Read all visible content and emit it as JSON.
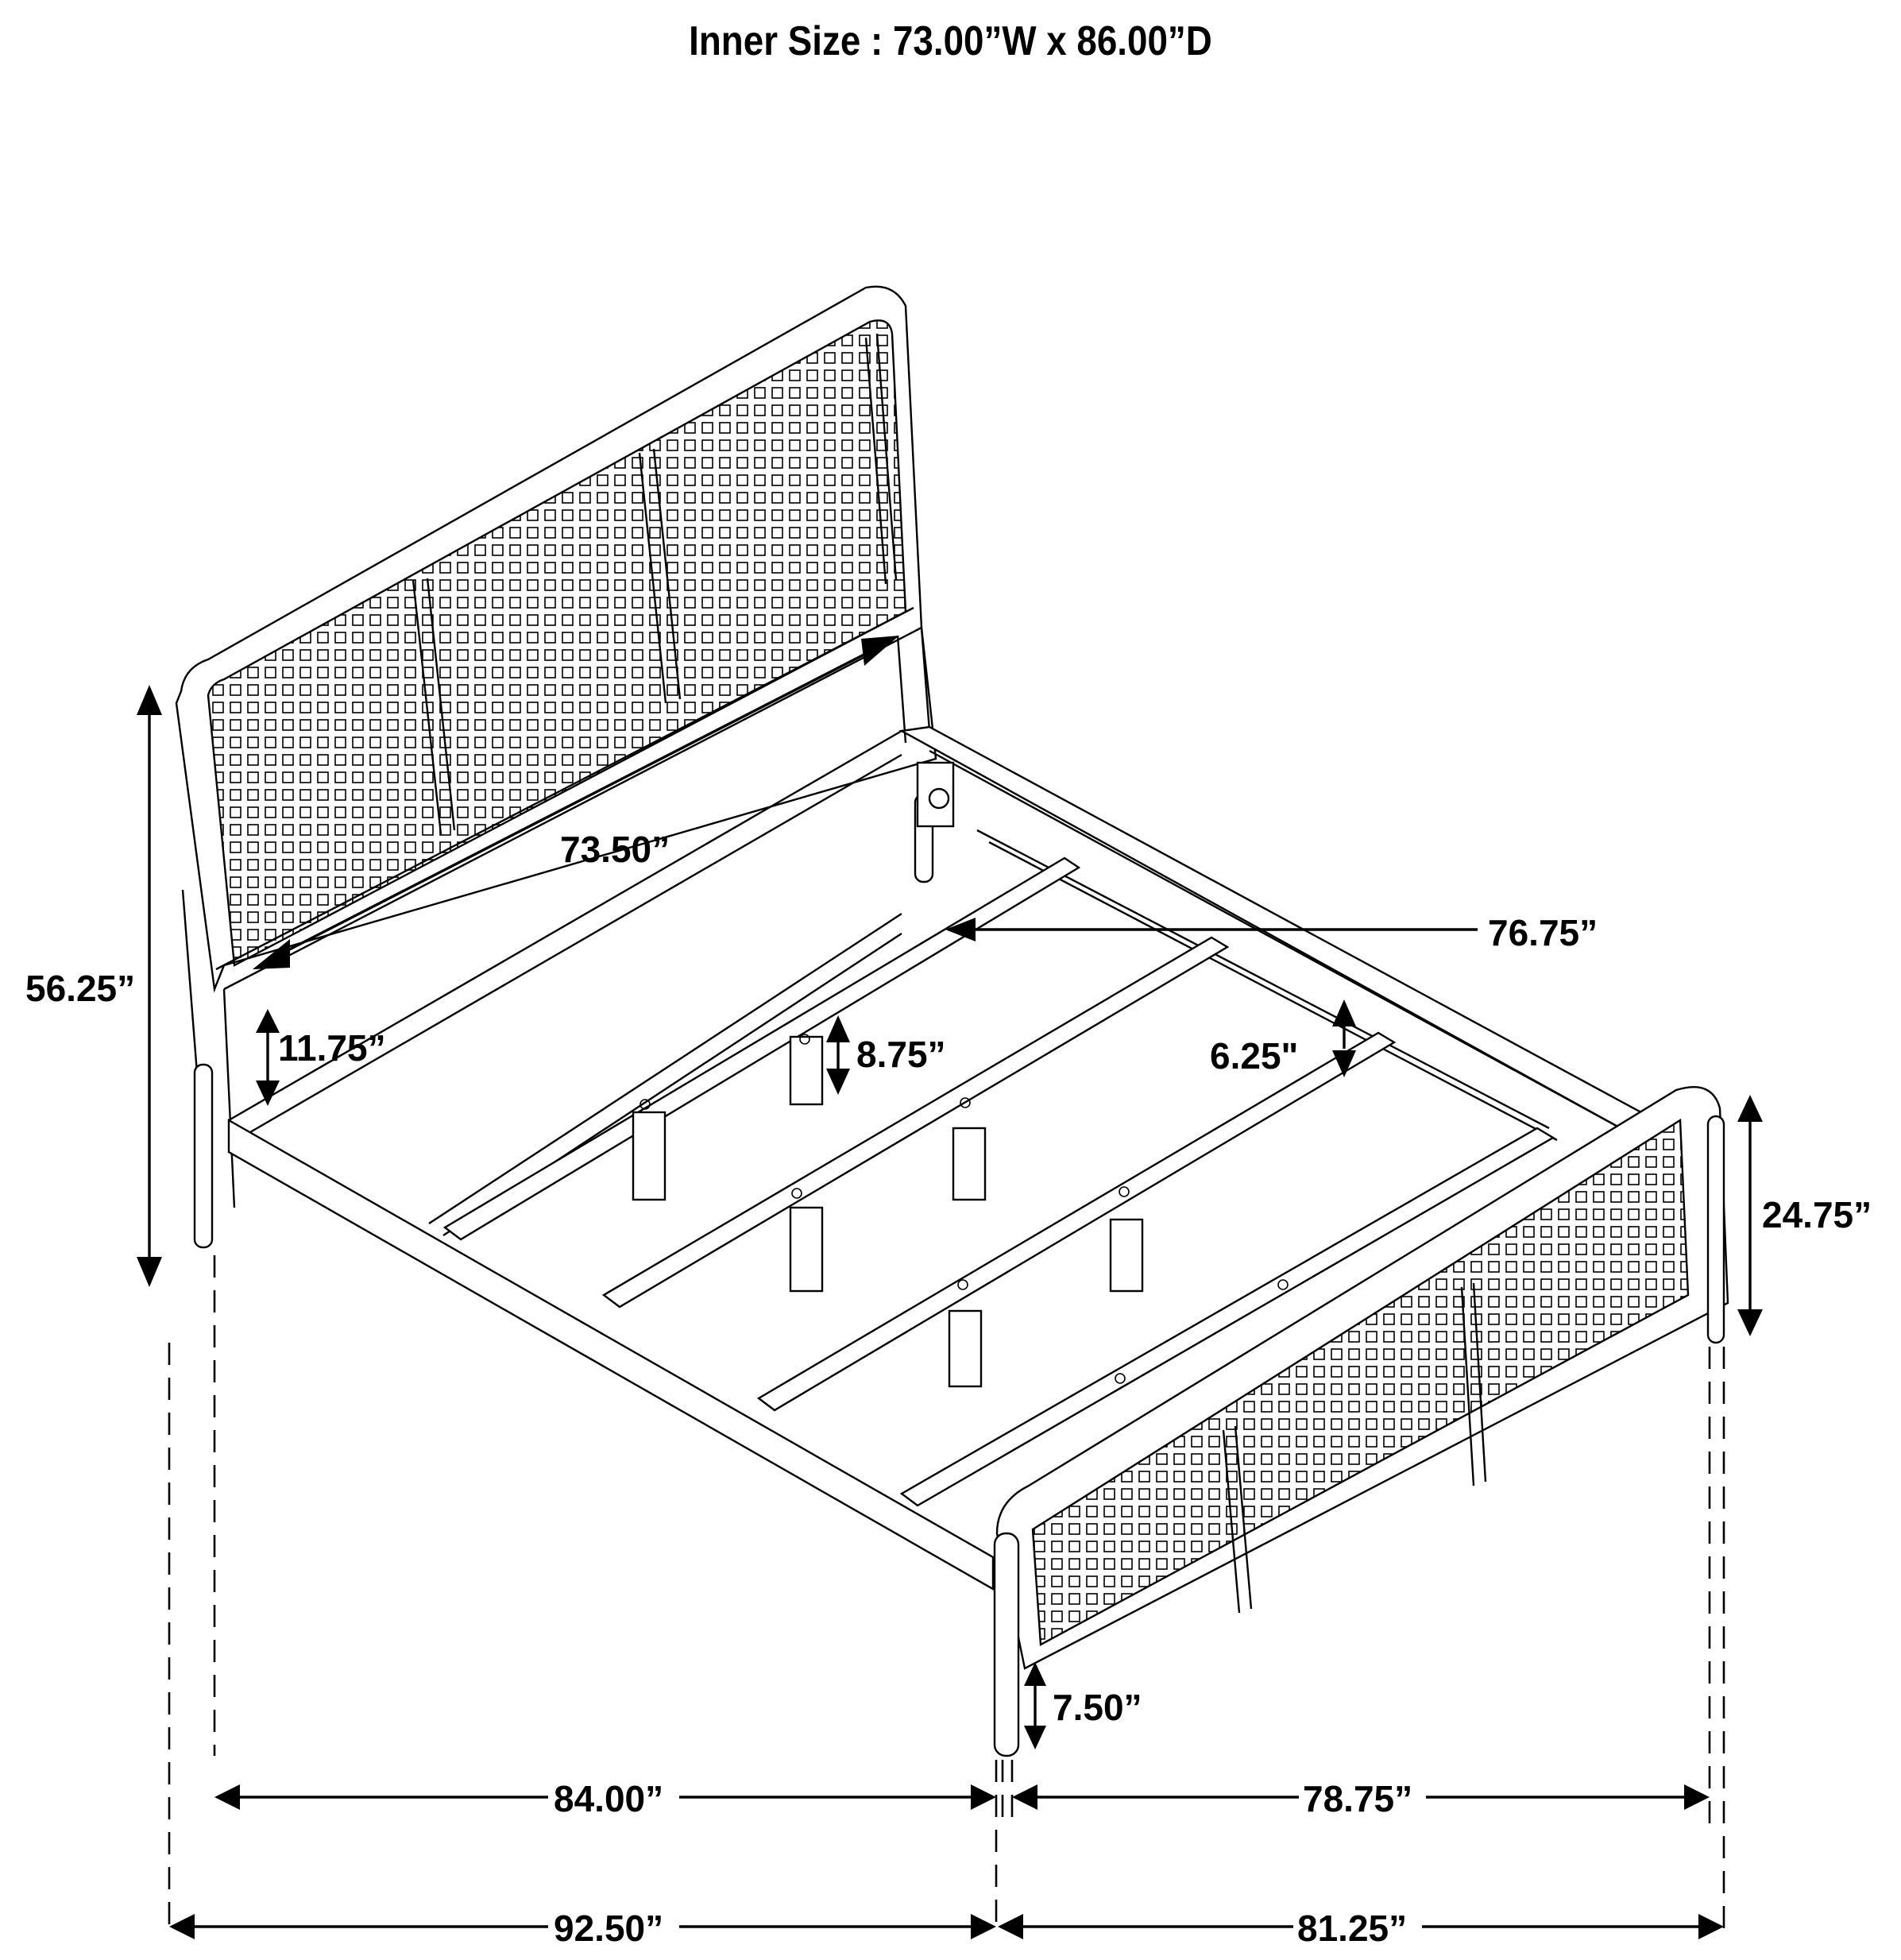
{
  "title": "Inner Size : 73.00”W x 86.00”D",
  "inner_size": {
    "width": "73.00”",
    "depth": "86.00”"
  },
  "dimensions": {
    "headboard_height": "56.25”",
    "headboard_inner_width": "73.50”",
    "side_rail_length": "76.75”",
    "headboard_clearance": "11.75”",
    "slat_support_height": "8.75”",
    "rail_depth": "6.25\"",
    "footboard_height": "24.75”",
    "footboard_clearance": "7.50”",
    "inner_length": "84.00”",
    "inner_width": "78.75”",
    "overall_length": "92.50”",
    "overall_width": "81.25”"
  },
  "colors": {
    "line": "#000000",
    "background": "#ffffff"
  }
}
